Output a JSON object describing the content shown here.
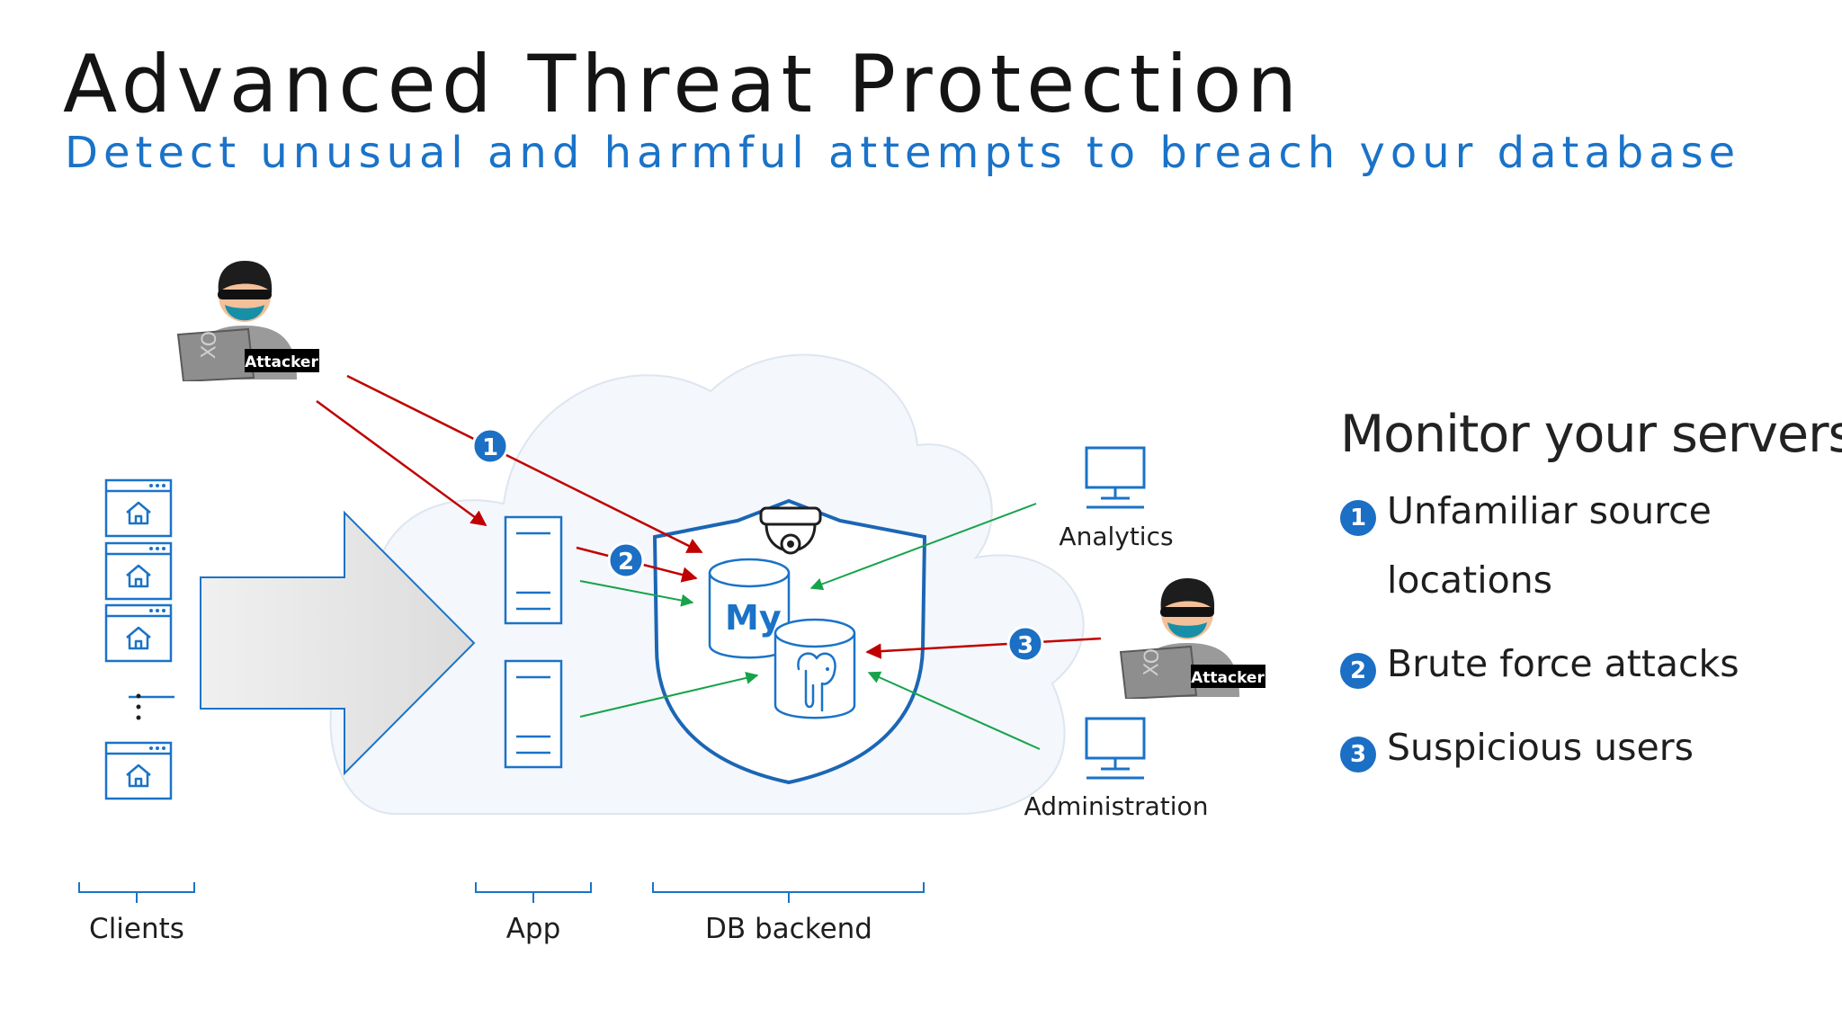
{
  "header": {
    "title": "Advanced Threat Protection",
    "subtitle": "Detect unusual and harmful attempts to breach your database"
  },
  "diagram": {
    "attacker_label": "Attacker",
    "analytics_label": "Analytics",
    "administration_label": "Administration",
    "mysql_label": "My",
    "tier_labels": {
      "clients": "Clients",
      "app": "App",
      "db_backend": "DB backend"
    },
    "badges": [
      "1",
      "2",
      "3"
    ],
    "icons": [
      "attacker-icon",
      "monitor-icon",
      "camera-icon",
      "database-icon",
      "elephant-icon",
      "server-icon",
      "browser-window-icon",
      "shield-icon",
      "cloud-icon"
    ],
    "colors": {
      "accent": "#1a73c8",
      "attack_arrow": "#c00000",
      "legit_arrow": "#16a34a",
      "badge": "#1b6fc4"
    }
  },
  "side_panel": {
    "title": "Monitor your servers",
    "items": [
      {
        "number": "1",
        "text": "Unfamiliar source locations"
      },
      {
        "number": "2",
        "text": "Brute force attacks"
      },
      {
        "number": "3",
        "text": "Suspicious users"
      }
    ]
  }
}
